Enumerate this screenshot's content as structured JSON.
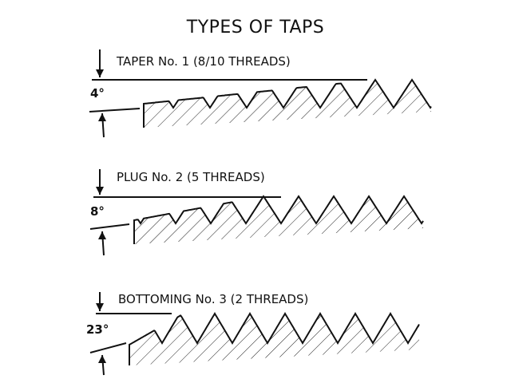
{
  "title": "TYPES OF TAPS",
  "taps": [
    {
      "name": "TAPER No. 1 (8/10 THREADS)",
      "angle": "4°"
    },
    {
      "name": "PLUG No. 2 (5 THREADS)",
      "angle": "8°"
    },
    {
      "name": "BOTTOMING No. 3 (2 THREADS)",
      "angle": "23°"
    }
  ]
}
